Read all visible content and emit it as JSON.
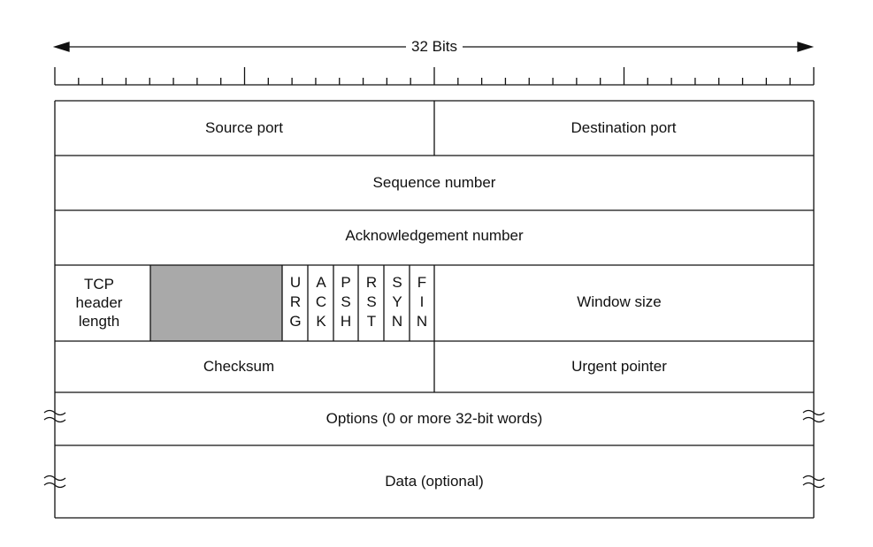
{
  "ruler": {
    "label": "32 Bits",
    "bits": 32
  },
  "fields": {
    "source_port": "Source port",
    "destination_port": "Destination port",
    "sequence_number": "Sequence number",
    "acknowledgement_number": "Acknowledgement number",
    "header_length": [
      "TCP",
      "header",
      "length"
    ],
    "window_size": "Window size",
    "checksum": "Checksum",
    "urgent_pointer": "Urgent pointer",
    "options": "Options (0 or more 32-bit words)",
    "data": "Data (optional)"
  },
  "flags": [
    {
      "name": "URG",
      "letters": [
        "U",
        "R",
        "G"
      ]
    },
    {
      "name": "ACK",
      "letters": [
        "A",
        "C",
        "K"
      ]
    },
    {
      "name": "PSH",
      "letters": [
        "P",
        "S",
        "H"
      ]
    },
    {
      "name": "RST",
      "letters": [
        "R",
        "S",
        "T"
      ]
    },
    {
      "name": "SYN",
      "letters": [
        "S",
        "Y",
        "N"
      ]
    },
    {
      "name": "FIN",
      "letters": [
        "F",
        "I",
        "N"
      ]
    }
  ],
  "colors": {
    "reserved_fill": "#a9a9a9",
    "stroke": "#111111"
  }
}
